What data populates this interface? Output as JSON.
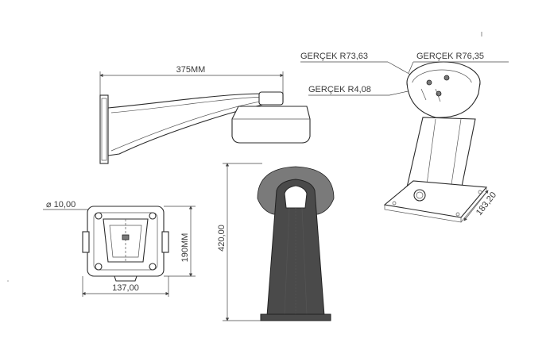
{
  "labels": {
    "top_width": "375MM",
    "radius_1": "GERÇEK R73,63",
    "radius_2": "GERÇEK R76,35",
    "radius_3": "GERÇEK R4,08",
    "hole_diameter": "⌀ 10,00",
    "plate_height": "190MM",
    "plate_width": "137,00",
    "front_height": "420,00",
    "iso_base": "183,20"
  },
  "colors": {
    "line": "#2b2b2b",
    "fill_dark": "#4a4a4a",
    "fill_mid": "#7a7a7a",
    "text": "#3a3a3a"
  }
}
